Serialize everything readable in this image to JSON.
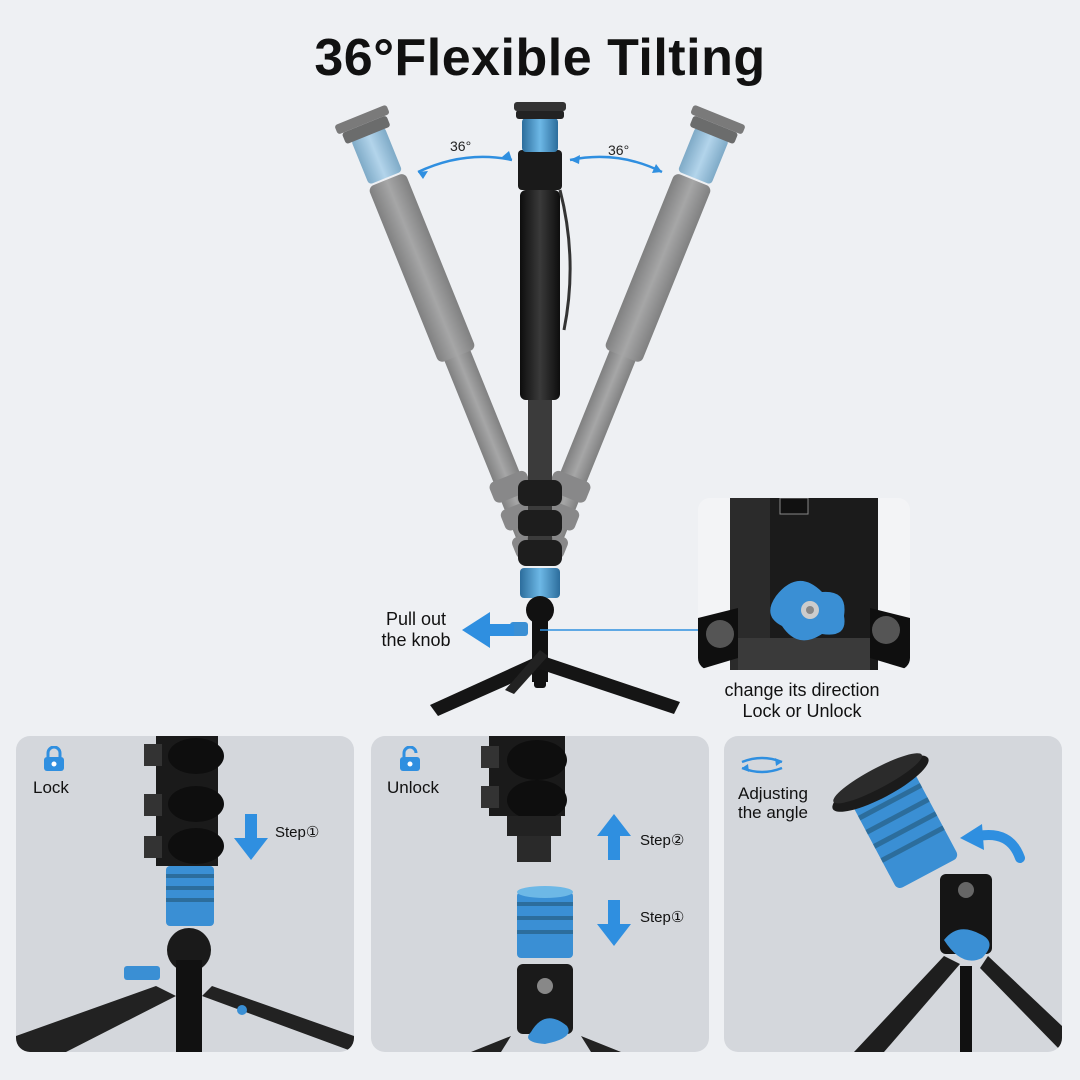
{
  "title": "36°Flexible Tilting",
  "hero": {
    "angle_left": "36°",
    "angle_right": "36°",
    "pull_caption_line1": "Pull out",
    "pull_caption_line2": "the knob",
    "change_caption_line1": "change its direction",
    "change_caption_line2": "Lock or Unlock"
  },
  "panels": [
    {
      "label": "Lock",
      "icon": "lock-icon",
      "step1": "Step①"
    },
    {
      "label": "Unlock",
      "icon": "unlock-icon",
      "step1": "Step①",
      "step2": "Step②"
    },
    {
      "label_line1": "Adjusting",
      "label_line2": "the angle",
      "icon": "rotate-arrows-icon"
    }
  ],
  "colors": {
    "accent": "#2f8fe0",
    "title": "#111111",
    "background": "#eef0f3"
  }
}
